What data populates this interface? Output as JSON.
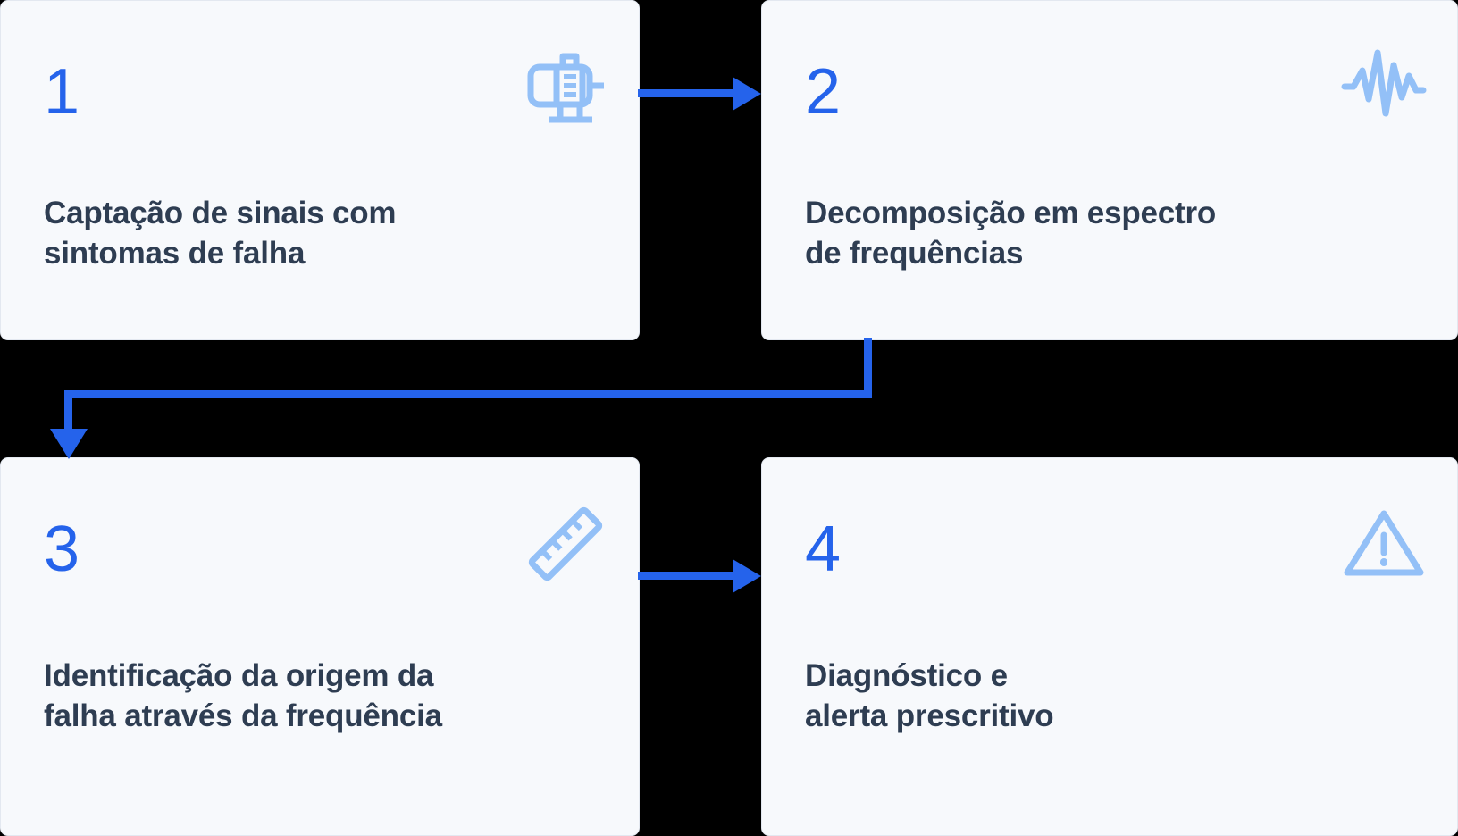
{
  "theme": {
    "background": "#000000",
    "card_bg": "#f7f9fc",
    "card_border": "#e3e8f0",
    "accent_blue": "#2563eb",
    "icon_blue": "#93c0f7",
    "text_dark": "#2e3d52"
  },
  "diagram": {
    "type": "process-flow",
    "layout": "2x2-grid",
    "steps": [
      {
        "number": "1",
        "title": "Captação de sinais com sintomas de falha",
        "title_line_1": "Captação de sinais com",
        "title_line_2": "sintomas de falha",
        "icon": "electric-motor-icon"
      },
      {
        "number": "2",
        "title": "Decomposição em espectro de frequências",
        "title_line_1": "Decomposição em espectro",
        "title_line_2": "de frequências",
        "icon": "waveform-signal-icon"
      },
      {
        "number": "3",
        "title": "Identificação da origem da falha através da frequência",
        "title_line_1": "Identificação da origem da",
        "title_line_2": "falha através da frequência",
        "icon": "ruler-icon"
      },
      {
        "number": "4",
        "title": "Diagnóstico e alerta prescritivo",
        "title_line_1": "Diagnóstico e",
        "title_line_2": "alerta prescritivo",
        "icon": "warning-triangle-icon"
      }
    ],
    "connectors": [
      {
        "name": "arrow-step-1-to-2",
        "from": "1",
        "to": "2",
        "direction": "right"
      },
      {
        "name": "arrow-step-2-to-3",
        "from": "2",
        "to": "3",
        "direction": "down-left-down"
      },
      {
        "name": "arrow-step-3-to-4",
        "from": "3",
        "to": "4",
        "direction": "right"
      }
    ]
  }
}
